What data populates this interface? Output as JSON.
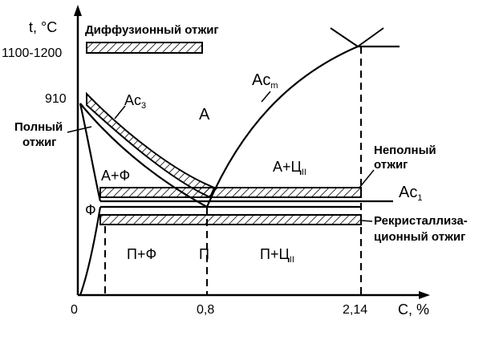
{
  "axes": {
    "y_label": "t, °C",
    "x_label": "C, %",
    "y_ticks": {
      "t_1100_1200": "1100-1200",
      "t_910": "910"
    },
    "x_ticks": {
      "zero": "0",
      "c_08": "0,8",
      "c_214": "2,14"
    }
  },
  "lines": {
    "acm": {
      "main": "Ac",
      "sub": "m"
    },
    "ac3": {
      "main": "Ac",
      "sub": "3"
    },
    "ac1": {
      "main": "Ac",
      "sub": "1"
    }
  },
  "regions": {
    "austenite": "А",
    "austenite_ferrite": "А+Ф",
    "austenite_cementite": {
      "main": "А+Ц",
      "sub": "II"
    },
    "ferrite": "Ф",
    "pearlite_ferrite": "П+Ф",
    "pearlite": "П",
    "pearlite_cementite": {
      "main": "П+Ц",
      "sub": "II"
    }
  },
  "annealing": {
    "diffusion": {
      "label": "Диффузионный отжиг"
    },
    "full": {
      "line1": "Полный",
      "line2": "отжиг"
    },
    "incomplete": {
      "line1": "Неполный",
      "line2": "отжиг"
    },
    "recrystallization": {
      "line1": "Рекристаллиза-",
      "line2": "ционный отжиг"
    }
  },
  "colors": {
    "ink": "#000000",
    "paper": "#ffffff"
  }
}
